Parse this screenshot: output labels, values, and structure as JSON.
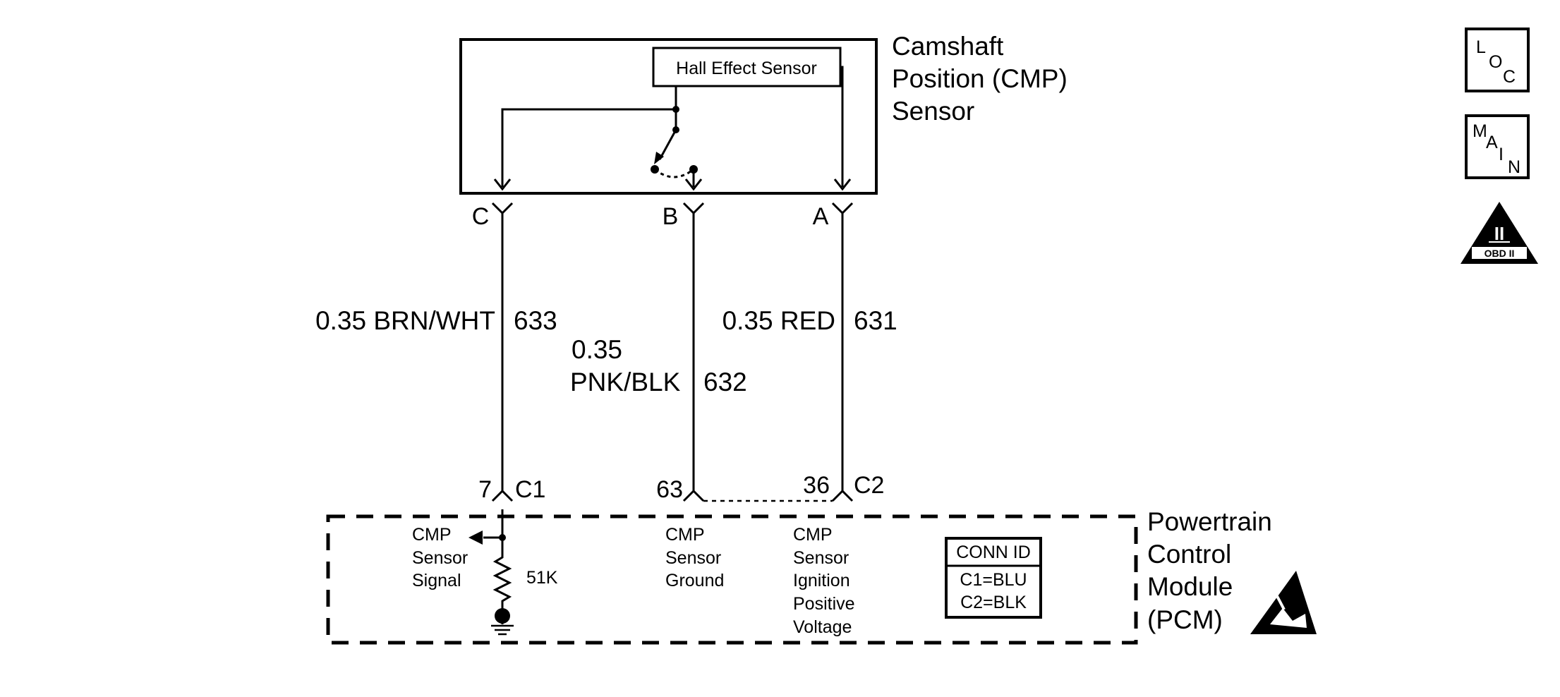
{
  "sensor": {
    "title_lines": [
      "Camshaft",
      "Position (CMP)",
      "Sensor"
    ],
    "hall_label": "Hall Effect Sensor"
  },
  "pins": {
    "c": "C",
    "b": "B",
    "a": "A"
  },
  "wires": {
    "left": {
      "size_color": "0.35 BRN/WHT",
      "circuit": "633"
    },
    "middle": {
      "size": "0.35",
      "color": "PNK/BLK",
      "circuit": "632"
    },
    "right": {
      "size_color": "0.35 RED",
      "circuit": "631"
    }
  },
  "pcm_pins": {
    "p7": "7",
    "c1": "C1",
    "p63": "63",
    "p36": "36",
    "c2": "C2"
  },
  "pcm": {
    "title_lines": [
      "Powertrain",
      "Control",
      "Module",
      "(PCM)"
    ],
    "signal_lines": [
      "CMP",
      "Sensor",
      "Signal"
    ],
    "resistor": "51K",
    "ground_lines": [
      "CMP",
      "Sensor",
      "Ground"
    ],
    "voltage_lines": [
      "CMP",
      "Sensor",
      "Ignition",
      "Positive",
      "Voltage"
    ],
    "conn": {
      "header": "CONN ID",
      "c1": "C1=BLU",
      "c2": "C2=BLK"
    }
  },
  "icons": {
    "loc": [
      "L",
      "O",
      "C"
    ],
    "main": [
      "M",
      "A",
      "I",
      "N"
    ],
    "obd": {
      "numeral": "II",
      "caption": "OBD II"
    },
    "esd": "esd-sensitive-icon"
  }
}
